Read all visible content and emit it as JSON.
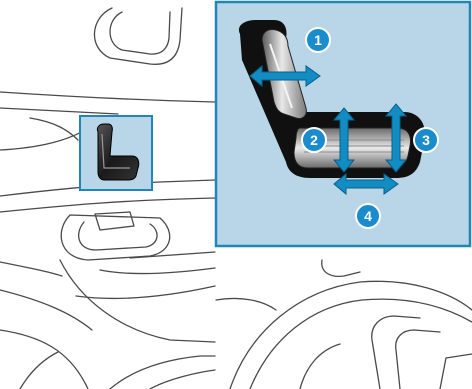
{
  "colors": {
    "line": "#4a4a4a",
    "inset_bg": "#b9d6e8",
    "inset_border": "#1f86b5",
    "arrow": "#118dc4",
    "arrow_stroke": "#0d5f88",
    "badge_fill": "#1a8ccd",
    "badge_text": "#ffffff",
    "switch_dark": "#101010"
  },
  "callouts": [
    {
      "label": "1",
      "control": "seat-fore-aft-adjust"
    },
    {
      "label": "2",
      "control": "seat-height-front-adjust"
    },
    {
      "label": "3",
      "control": "seat-height-rear-adjust"
    },
    {
      "label": "4",
      "control": "seat-cushion-fore-aft-adjust"
    }
  ],
  "icons": [
    "seat-switch-icon",
    "double-arrow-icon"
  ]
}
